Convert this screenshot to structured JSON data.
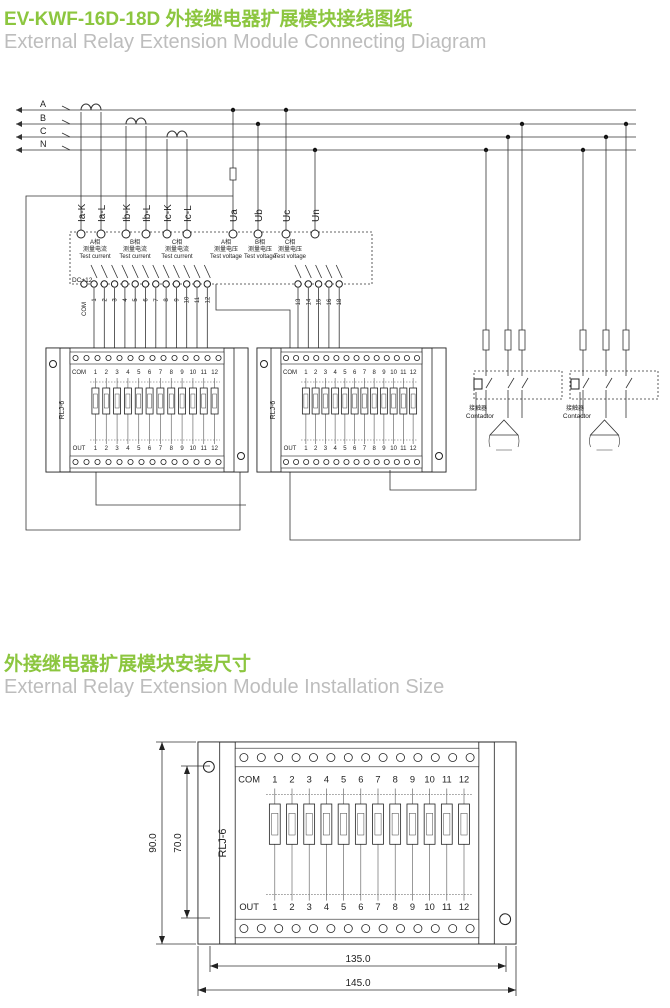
{
  "section1": {
    "title_cn": "EV-KWF-16D-18D 外接继电器扩展模块接线图纸",
    "title_en": "External Relay Extension Module Connecting Diagram"
  },
  "section2": {
    "title_cn": "外接继电器扩展模块安装尺寸",
    "title_en": "External Relay Extension Module Installation Size"
  },
  "phases": [
    "A",
    "B",
    "C",
    "N"
  ],
  "terminals": [
    "Ia-K",
    "Ia-L",
    "Ib-K",
    "Ib-L",
    "Ic-K",
    "Ic-L",
    "Ua",
    "Ub",
    "Uc",
    "Un"
  ],
  "current_labels": [
    {
      "phase": "A相",
      "cn": "测量电流",
      "en": "Test current"
    },
    {
      "phase": "B相",
      "cn": "测量电流",
      "en": "Test current"
    },
    {
      "phase": "C相",
      "cn": "测量电流",
      "en": "Test current"
    }
  ],
  "voltage_labels": [
    {
      "phase": "A相",
      "cn": "测量电压",
      "en": "Test voltage"
    },
    {
      "phase": "B相",
      "cn": "测量电压",
      "en": "Test voltage"
    },
    {
      "phase": "C相",
      "cn": "测量电压",
      "en": "Test voltage"
    }
  ],
  "dc_label": "DC+12",
  "com_label": "COM",
  "out_label": "OUT",
  "ctrl_nums_1": [
    "1",
    "2",
    "3",
    "4",
    "5",
    "6",
    "7",
    "8",
    "9",
    "10",
    "11",
    "12"
  ],
  "ctrl_nums_2": [
    "13",
    "14",
    "15",
    "16",
    "18"
  ],
  "module_label": "RLJ-6",
  "module_nums": [
    "1",
    "2",
    "3",
    "4",
    "5",
    "6",
    "7",
    "8",
    "9",
    "10",
    "11",
    "12"
  ],
  "contactor": {
    "cn": "接触器",
    "en": "Contactor"
  },
  "dimensions": {
    "height_outer": "90.0",
    "height_inner": "70.0",
    "width_inner": "135.0",
    "width_outer": "145.0"
  }
}
